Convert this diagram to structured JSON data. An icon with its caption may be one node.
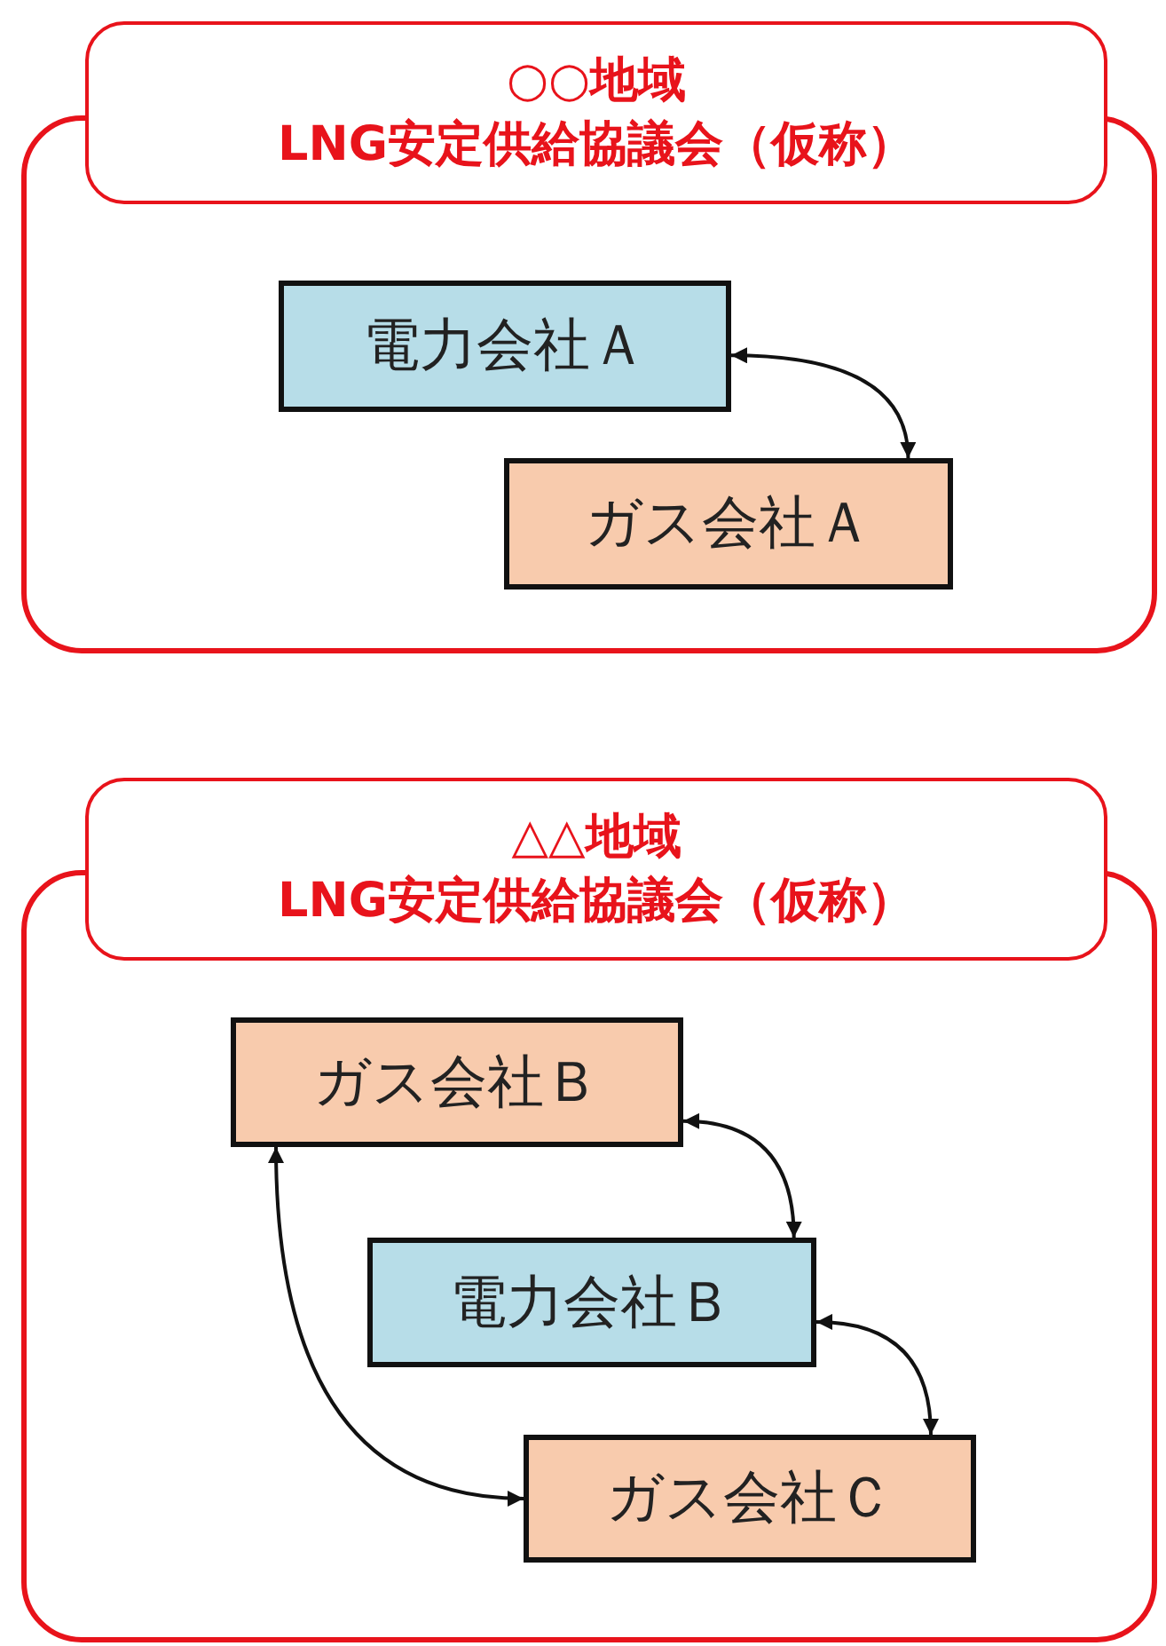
{
  "diagram": {
    "nodes": [
      {
        "text": [
          "○○地域",
          "LNG安定供給協議会（仮称）"
        ]
      },
      {
        "text": [
          "電力会社Ａ"
        ],
        "in": 0
      },
      {
        "text": [
          "ガス会社Ａ"
        ],
        "in": 0
      },
      {
        "text": [
          "△△地域",
          "LNG安定供給協議会（仮称）"
        ]
      },
      {
        "text": [
          "ガス会社Ｂ"
        ],
        "in": 3
      },
      {
        "text": [
          "電力会社Ｂ"
        ],
        "in": 3
      },
      {
        "text": [
          "ガス会社Ｃ"
        ],
        "in": 3
      }
    ],
    "edges": [
      {
        "from": 1,
        "to": 2,
        "arrow": "both"
      },
      {
        "from": 4,
        "to": 5,
        "arrow": "both"
      },
      {
        "from": 5,
        "to": 6,
        "arrow": "both"
      },
      {
        "from": 4,
        "to": 6,
        "arrow": "both"
      }
    ]
  }
}
